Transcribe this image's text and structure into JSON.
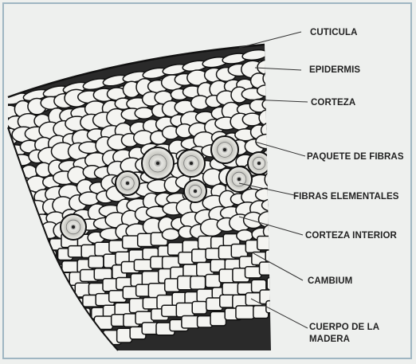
{
  "labels": {
    "cuticula": "CUTICULA",
    "epidermis": "EPIDERMIS",
    "corteza": "CORTEZA",
    "paquete_fibras": "PAQUETE DE FIBRAS",
    "fibras_elementales": "FIBRAS ELEMENTALES",
    "corteza_interior": "CORTEZA INTERIOR",
    "cambium": "CAMBIUM",
    "cuerpo_madera_1": "CUERPO DE LA",
    "cuerpo_madera_2": "MADERA"
  },
  "colors": {
    "background": "#eef0ee",
    "frame": "#9fb6c2",
    "cell_wall": "#1c1c1c",
    "cell_fill": "#f4f4f1",
    "fiber_fill": "#d9d9d4"
  }
}
